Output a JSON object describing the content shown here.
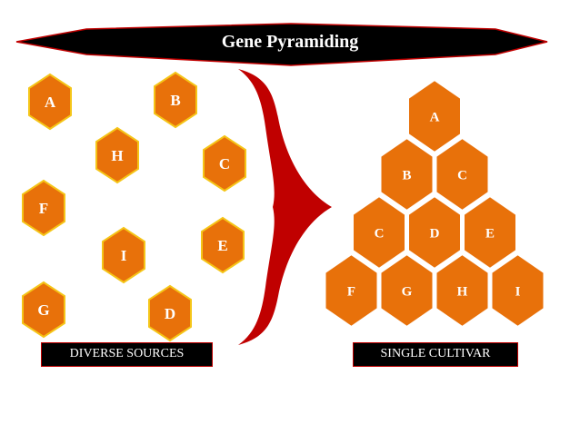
{
  "title": "Gene Pyramiding",
  "left_label": "DIVERSE SOURCES",
  "right_label": "SINGLE CULTIVAR",
  "colors": {
    "hex_fill": "#e8710a",
    "hex_stroke_small": "#f5c518",
    "hex_stroke_large": "#ffffff",
    "banner": "#000000",
    "banner_border": "#c00000",
    "arrow": "#c00000",
    "text": "#ffffff"
  },
  "diverse_genes": [
    "A",
    "B",
    "H",
    "C",
    "F",
    "I",
    "E",
    "G",
    "D"
  ],
  "pyramid_rows": [
    [
      "A"
    ],
    [
      "B",
      "C"
    ],
    [
      "C",
      "D",
      "E"
    ],
    [
      "F",
      "G",
      "H",
      "I"
    ]
  ]
}
